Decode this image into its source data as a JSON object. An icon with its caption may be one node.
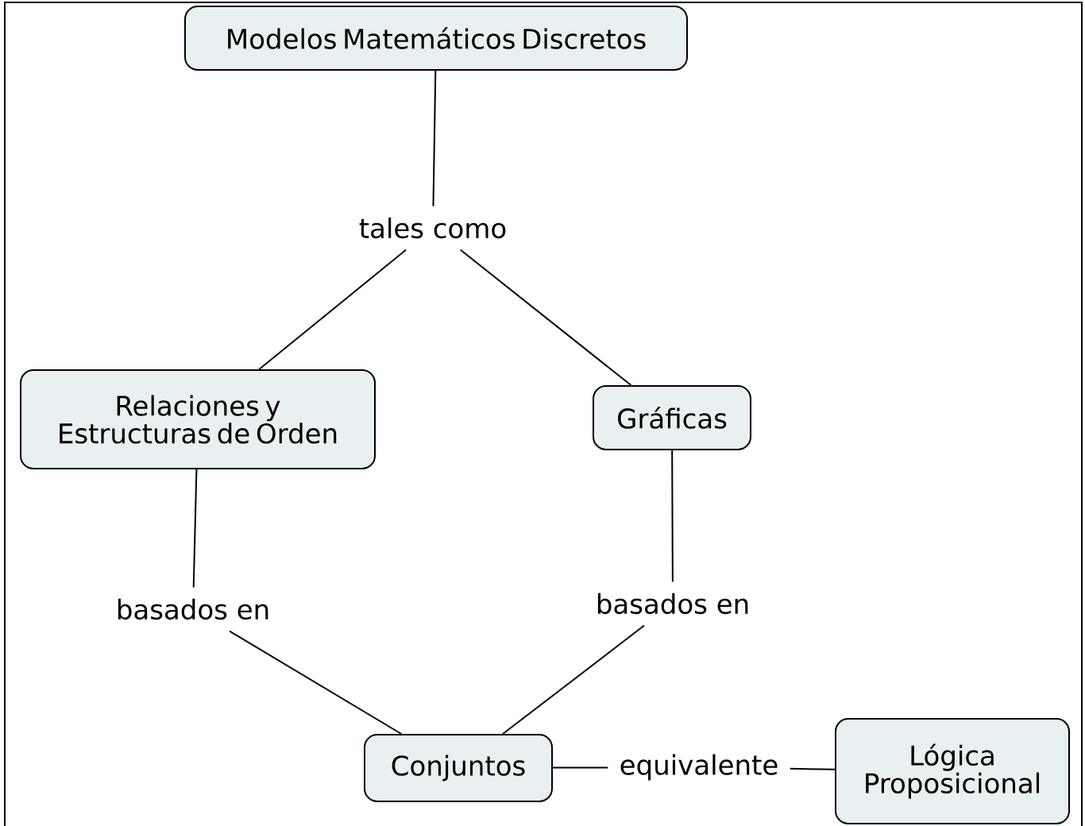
{
  "diagram": {
    "nodes": [
      {
        "text": [
          "Modelos Matemáticos Discretos"
        ]
      },
      {
        "text": [
          "tales como"
        ]
      },
      {
        "text": [
          "Relaciones y Estructuras de Orden"
        ]
      },
      {
        "text": [
          "Gráficas"
        ]
      },
      {
        "text": [
          "basados en"
        ]
      },
      {
        "text": [
          "basados en"
        ]
      },
      {
        "text": [
          "Conjuntos"
        ]
      },
      {
        "text": [
          "equivalente"
        ]
      },
      {
        "text": [
          "Lógica Proposicional"
        ]
      }
    ],
    "edges": [
      {
        "from": 0,
        "to": 1,
        "arrow": "none"
      },
      {
        "from": 1,
        "to": 2,
        "arrow": "none"
      },
      {
        "from": 1,
        "to": 3,
        "arrow": "none"
      },
      {
        "from": 2,
        "to": 4,
        "arrow": "none"
      },
      {
        "from": 3,
        "to": 5,
        "arrow": "none"
      },
      {
        "from": 4,
        "to": 6,
        "arrow": "none"
      },
      {
        "from": 5,
        "to": 6,
        "arrow": "none"
      },
      {
        "from": 6,
        "to": 7,
        "arrow": "none"
      },
      {
        "from": 7,
        "to": 8,
        "arrow": "none"
      }
    ]
  }
}
